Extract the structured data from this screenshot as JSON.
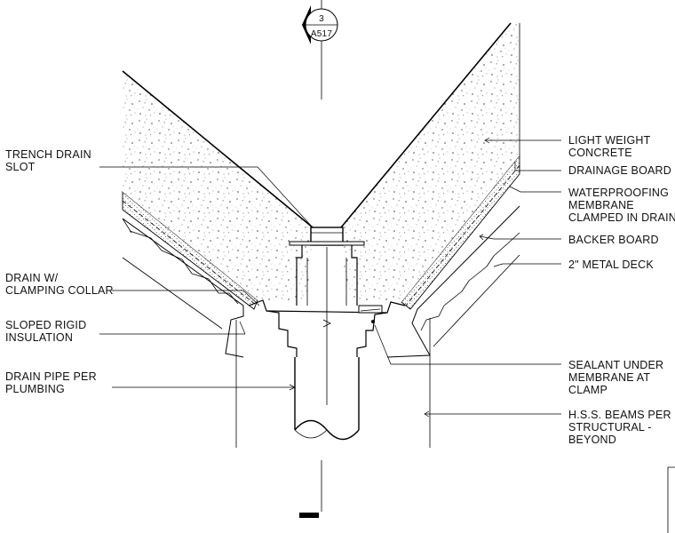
{
  "section_marker": {
    "number": "3",
    "sheet": "A517"
  },
  "labels": {
    "trench_drain_slot": [
      "TRENCH DRAIN",
      "SLOT"
    ],
    "drain_clamping_collar": [
      "DRAIN W/",
      "CLAMPING COLLAR"
    ],
    "sloped_rigid_insulation": [
      "SLOPED RIGID",
      "INSULATION"
    ],
    "drain_pipe": [
      "DRAIN PIPE PER",
      "PLUMBING"
    ],
    "light_weight_concrete": [
      "LIGHT WEIGHT",
      "CONCRETE"
    ],
    "drainage_board": [
      "DRAINAGE BOARD"
    ],
    "waterproofing_membrane": [
      "WATERPROOFING",
      "MEMBRANE",
      "CLAMPED IN DRAIN"
    ],
    "backer_board": [
      "BACKER BOARD"
    ],
    "metal_deck": [
      "2\" METAL DECK"
    ],
    "sealant": [
      "SEALANT UNDER",
      "MEMBRANE AT",
      "CLAMP"
    ],
    "hss_beams": [
      "H.S.S. BEAMS PER",
      "STRUCTURAL -",
      "BEYOND"
    ]
  }
}
